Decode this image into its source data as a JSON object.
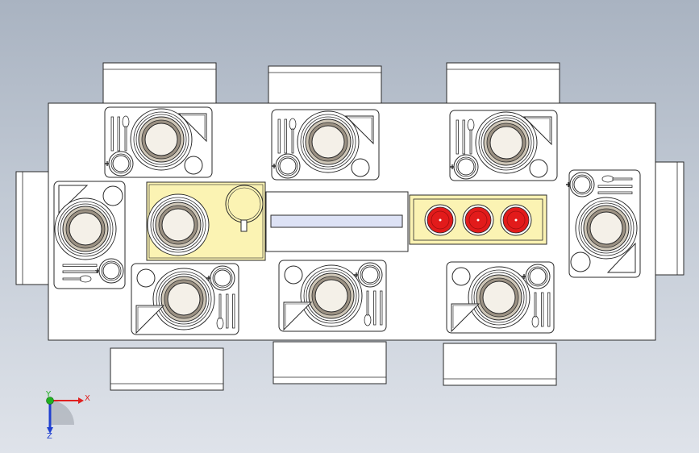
{
  "viewport": {
    "background_top": "#a9b3c1",
    "background_bottom": "#dfe3ea"
  },
  "scene": {
    "line_color": "#2a2a2a",
    "table_fill": "#ffffff",
    "highlight_fill": "#fbf3b3",
    "plate_center_fill": "#f4f0e8",
    "plate_ring_fill": "#cfc7b8",
    "red_bowl_fill": "#e21b1b",
    "bar_fill": "#dde2f5"
  },
  "triad": {
    "x_label": "X",
    "y_label": "Y",
    "z_label": "Z",
    "x_color": "#e02020",
    "y_color": "#20b020",
    "z_color": "#2040d0"
  }
}
